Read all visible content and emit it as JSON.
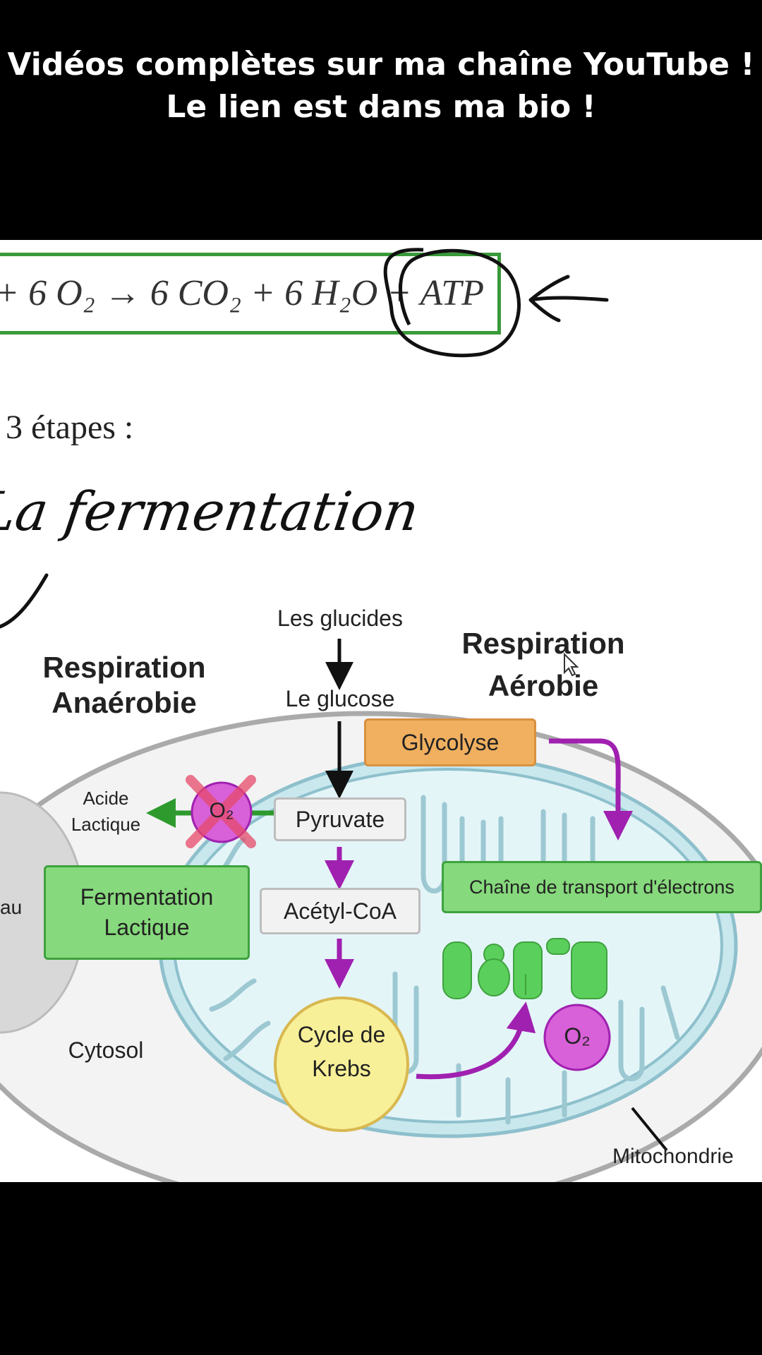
{
  "caption": {
    "line1": "Vidéos complètes sur ma chaîne YouTube !",
    "line2": "Le lien est dans ma bio !"
  },
  "equation": {
    "text": "+ 6 O₂ → 6 CO₂ + 6 H₂O + ATP"
  },
  "slide": {
    "steps_text": "3 étapes :",
    "handwritten": "La fermentation"
  },
  "diagram": {
    "title_anaerobic_1": "Respiration",
    "title_anaerobic_2": "Anaérobie",
    "title_aerobic_1": "Respiration",
    "title_aerobic_2": "Aérobie",
    "glucides": "Les glucides",
    "glucose": "Le glucose",
    "glycolyse": "Glycolyse",
    "acide_1": "Acide",
    "acide_2": "Lactique",
    "o2_crossed": "O₂",
    "pyruvate": "Pyruvate",
    "etc": "Chaîne de transport d'électrons",
    "noyau_partial": "au",
    "fermentation_1": "Fermentation",
    "fermentation_2": "Lactique",
    "acetyl": "Acétyl-CoA",
    "krebs_1": "Cycle de",
    "krebs_2": "Krebs",
    "o2": "O₂",
    "cytosol": "Cytosol",
    "mitochondrie": "Mitochondrie"
  },
  "colors": {
    "green_border": "#3a9a3a",
    "green_box": "#86d97c",
    "orange_box": "#f0b060",
    "purple": "#a020b0",
    "o2_purple": "#d860d8",
    "krebs_yellow": "#f8f098",
    "mito_fill": "#d4eef2"
  }
}
